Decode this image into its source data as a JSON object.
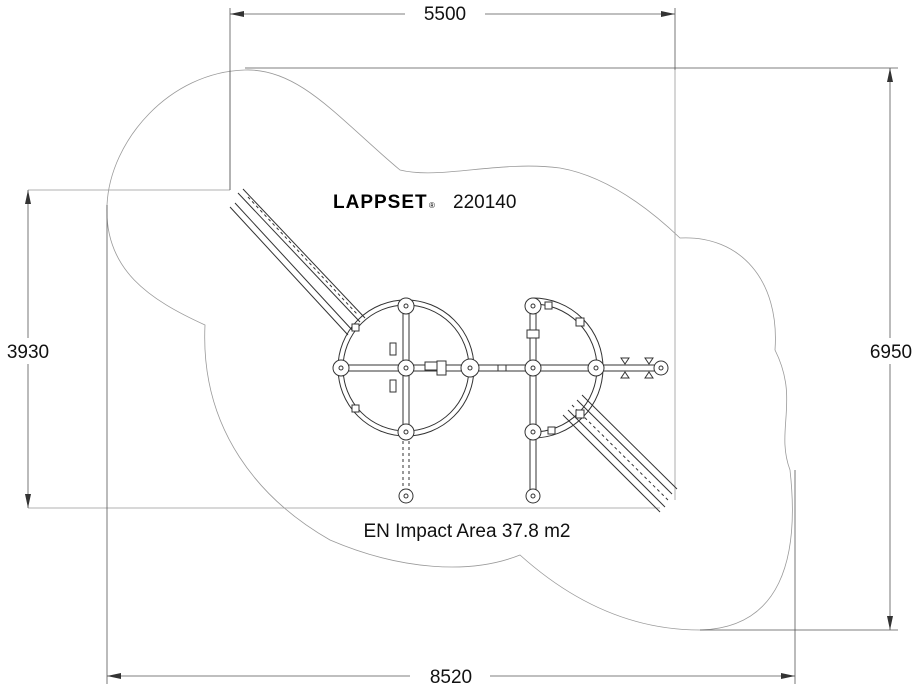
{
  "brand": {
    "name": "LAPPSET",
    "registered_mark": "®",
    "product_code": "220140"
  },
  "impact_area_label": "EN Impact Area 37.8 m2",
  "dimensions": {
    "top": "5500",
    "left": "3930",
    "right": "6950",
    "bottom": "8520"
  }
}
